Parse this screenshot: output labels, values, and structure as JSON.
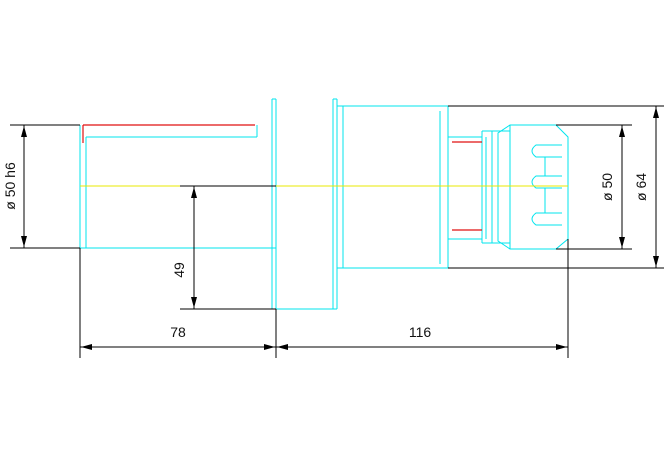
{
  "dimensions": {
    "shaft_diameter": "ø 50 h6",
    "center_height": "49",
    "left_length": "78",
    "right_length": "116",
    "inner_diameter": "ø 50",
    "outer_diameter": "ø 64"
  },
  "colors": {
    "outline": "#00e5ee",
    "dimension": "#000000",
    "highlight": "#e01010",
    "centerline": "#e8e800"
  }
}
